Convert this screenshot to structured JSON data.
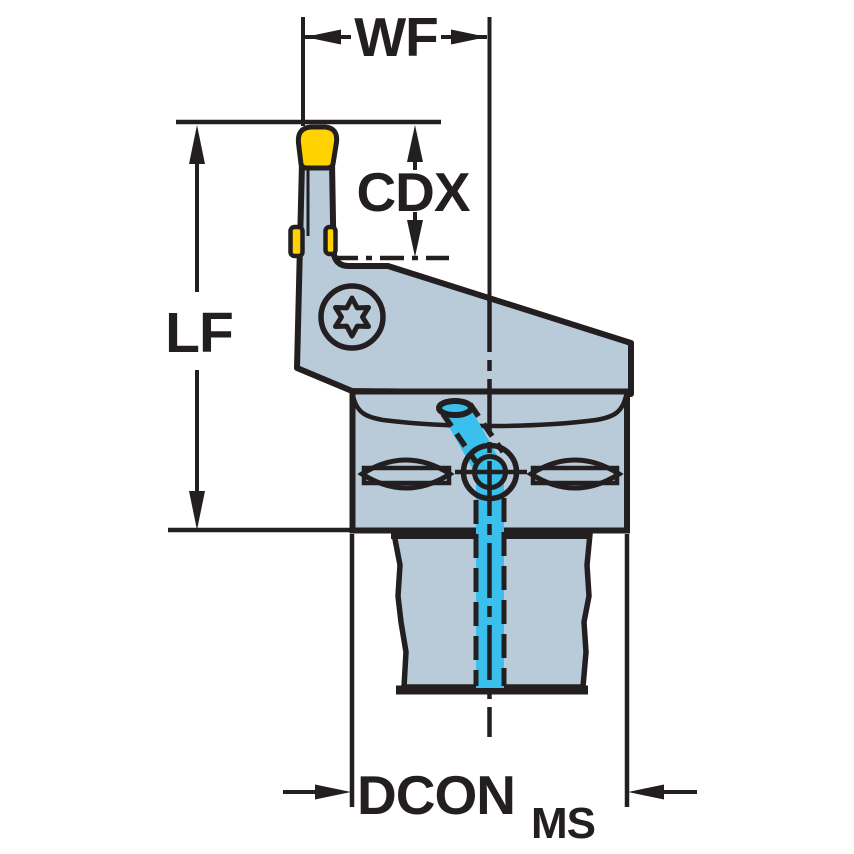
{
  "drawing": {
    "title": "Tool holder dimensional drawing",
    "labels": {
      "wf": "WF",
      "cdx": "CDX",
      "lf": "LF",
      "dcon": "DCON",
      "dcon_subscript": "MS"
    },
    "colors": {
      "outline": "#231f20",
      "body_fill": "#b9cbd8",
      "insert_yellow": "#ffd200",
      "coolant_cyan": "#3bc0ee",
      "background": "#ffffff"
    }
  }
}
